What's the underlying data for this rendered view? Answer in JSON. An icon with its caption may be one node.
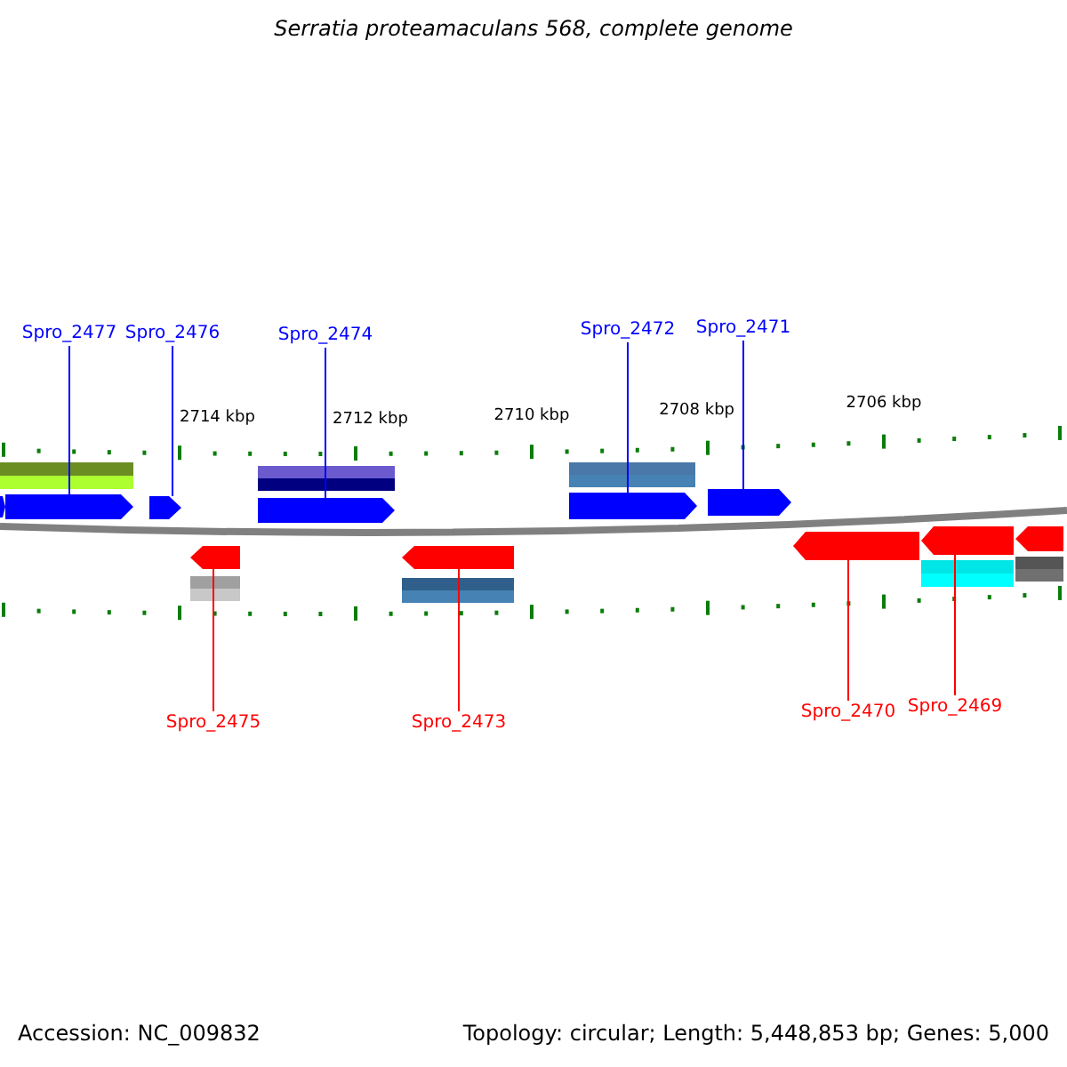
{
  "diagram": {
    "title": "Serratia proteamaculans 568, complete genome",
    "nodes": [
      {
        "text": [
          "Spro_2477"
        ]
      },
      {
        "text": [
          "Spro_2476"
        ]
      },
      {
        "text": [
          "Spro_2474"
        ]
      },
      {
        "text": [
          "Spro_2472"
        ]
      },
      {
        "text": [
          "Spro_2471"
        ]
      },
      {
        "text": [
          "Spro_2475"
        ]
      },
      {
        "text": [
          "Spro_2473"
        ]
      },
      {
        "text": [
          "Spro_2470"
        ]
      },
      {
        "text": [
          "Spro_2469"
        ]
      },
      {
        "text": [],
        "shape": "arrow"
      },
      {
        "text": [],
        "shape": "arrow"
      },
      {
        "text": [],
        "shape": "arrow"
      },
      {
        "text": [],
        "shape": "arrow"
      },
      {
        "text": [],
        "shape": "arrow"
      },
      {
        "text": [],
        "shape": "arrow"
      },
      {
        "text": [],
        "shape": "arrow"
      },
      {
        "text": [],
        "shape": "arrow"
      },
      {
        "text": [],
        "shape": "arrow"
      },
      {
        "text": [],
        "shape": "arrow"
      },
      {
        "text": [],
        "shape": "arrow"
      }
    ],
    "edges": [
      {
        "from": 0,
        "to": 9,
        "arrow": "none"
      },
      {
        "from": 1,
        "to": 10,
        "arrow": "none"
      },
      {
        "from": 2,
        "to": 11,
        "arrow": "none"
      },
      {
        "from": 3,
        "to": 12,
        "arrow": "none"
      },
      {
        "from": 4,
        "to": 13,
        "arrow": "none"
      },
      {
        "from": 5,
        "to": 14,
        "arrow": "none",
        "color": "#ff0000"
      },
      {
        "from": 6,
        "to": 15,
        "arrow": "none",
        "color": "#ff0000"
      },
      {
        "from": 7,
        "to": 16,
        "arrow": "none",
        "color": "#ff0000"
      },
      {
        "from": 8,
        "to": 17,
        "arrow": "none",
        "color": "#ff0000"
      }
    ],
    "labels": [
      "2714 kbp",
      "2712 kbp",
      "2710 kbp",
      "2708 kbp",
      "2706 kbp",
      "Accession: NC_009832",
      "Topology: circular; Length: 5,448,853 bp; Genes: 5,000"
    ]
  }
}
